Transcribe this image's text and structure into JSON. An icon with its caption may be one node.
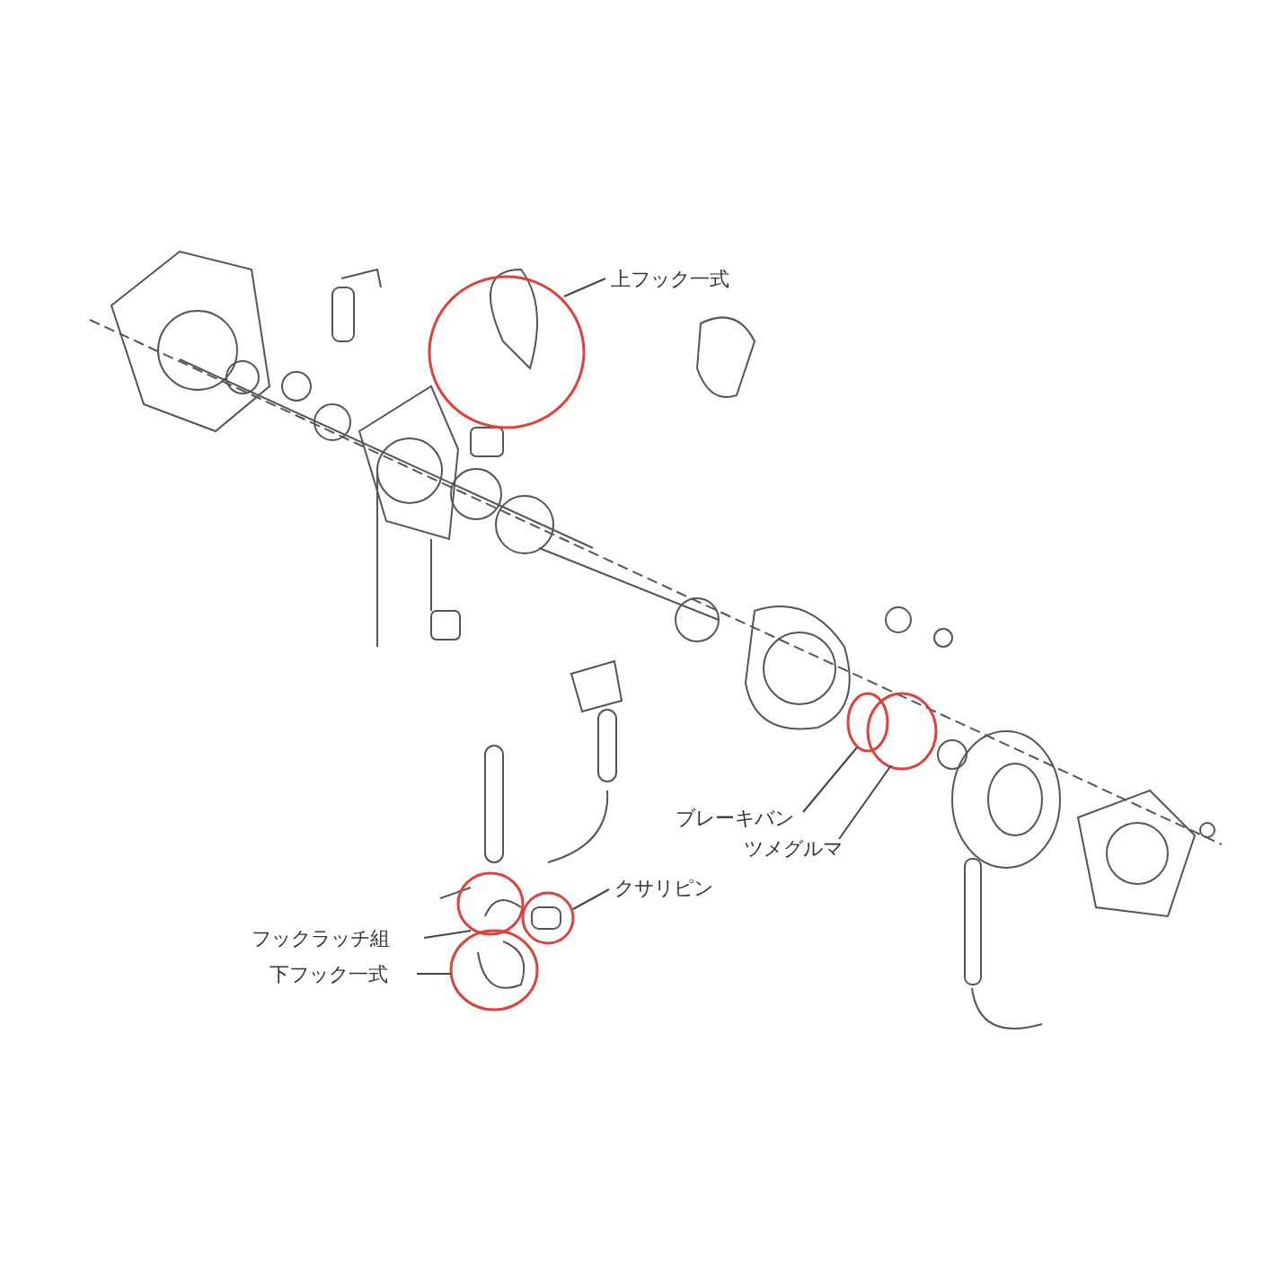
{
  "diagram": {
    "nodes": [
      {
        "text": [
          "上フック一式"
        ]
      },
      {
        "text": [],
        "shape": "circle"
      },
      {
        "text": [
          "ブレーキバン"
        ]
      },
      {
        "text": [],
        "shape": "circle"
      },
      {
        "text": [
          "ツメグルマ"
        ]
      },
      {
        "text": [],
        "shape": "circle"
      },
      {
        "text": [
          "クサリピン"
        ]
      },
      {
        "text": [],
        "shape": "circle"
      },
      {
        "text": [
          "フックラッチ組"
        ]
      },
      {
        "text": [],
        "shape": "circle"
      },
      {
        "text": [
          "下フック一式"
        ]
      },
      {
        "text": [],
        "shape": "circle"
      }
    ],
    "edges": [
      {
        "from": 0,
        "to": 1,
        "arrow": "none"
      },
      {
        "from": 2,
        "to": 3,
        "arrow": "none"
      },
      {
        "from": 4,
        "to": 5,
        "arrow": "none"
      },
      {
        "from": 6,
        "to": 7,
        "arrow": "none"
      },
      {
        "from": 8,
        "to": 9,
        "arrow": "none"
      },
      {
        "from": 10,
        "to": 11,
        "arrow": "none"
      }
    ]
  }
}
